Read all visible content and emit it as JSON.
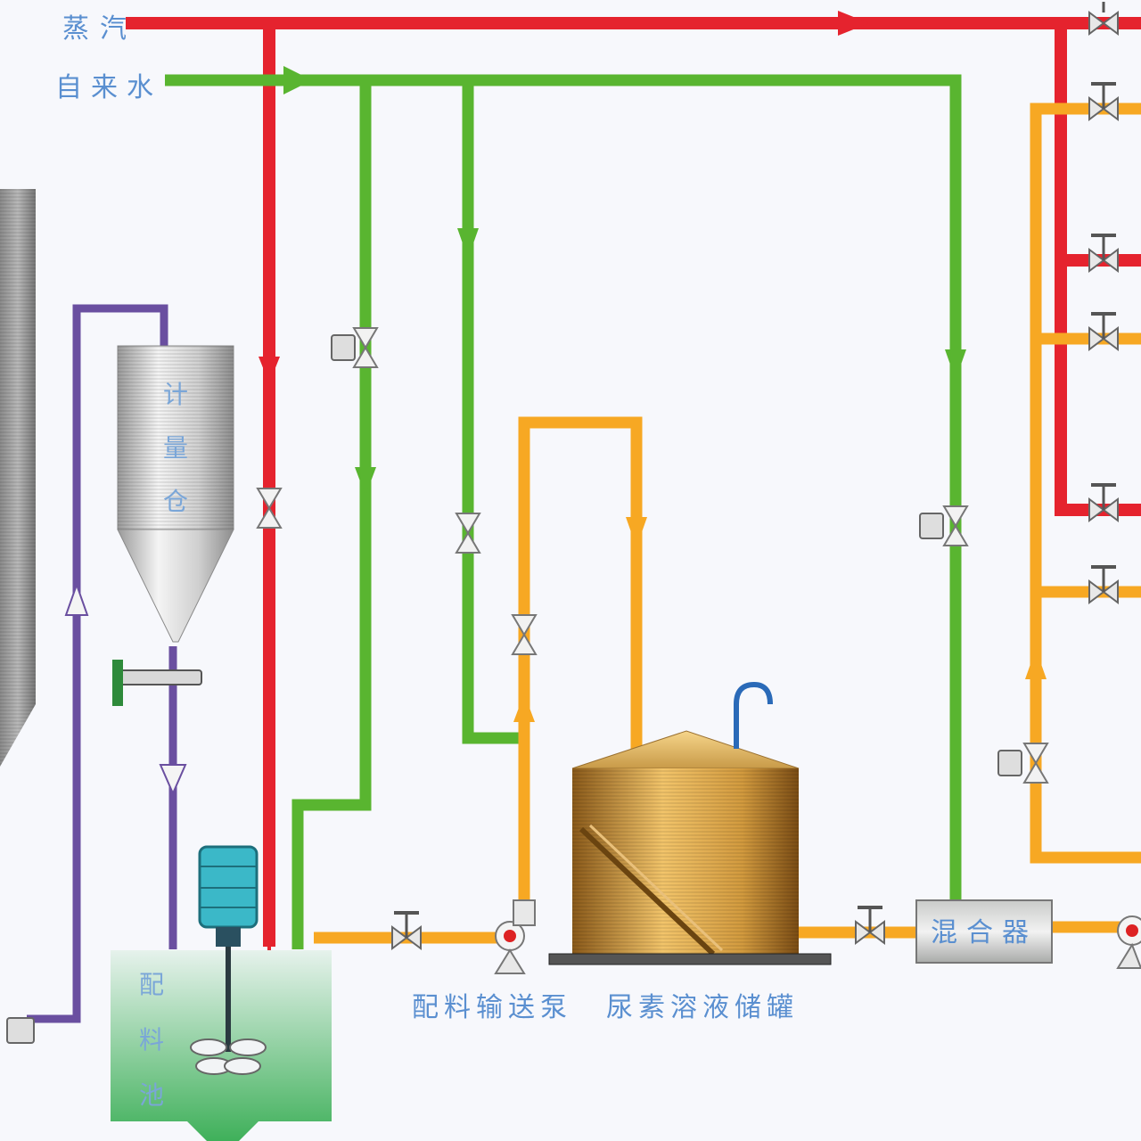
{
  "labels": {
    "steam": "蒸汽",
    "tap_water": "自来水",
    "metering_bin": [
      "计",
      "量",
      "仓"
    ],
    "batching_tank": [
      "配",
      "料",
      "池"
    ],
    "batching_pump": "配料输送泵",
    "urea_storage_tank": "尿素溶液储罐",
    "mixer": "混合器"
  },
  "colors": {
    "steam_line": "#e5232e",
    "water_line": "#59b530",
    "solution_line": "#f7a823",
    "material_line": "#6a4fa0",
    "label_text": "#5a8fd0",
    "background": "#f7f8fc"
  },
  "icons": [
    "valve-icon",
    "ball-valve-icon",
    "flow-arrow-icon",
    "pump-icon",
    "agitator-motor-icon"
  ]
}
